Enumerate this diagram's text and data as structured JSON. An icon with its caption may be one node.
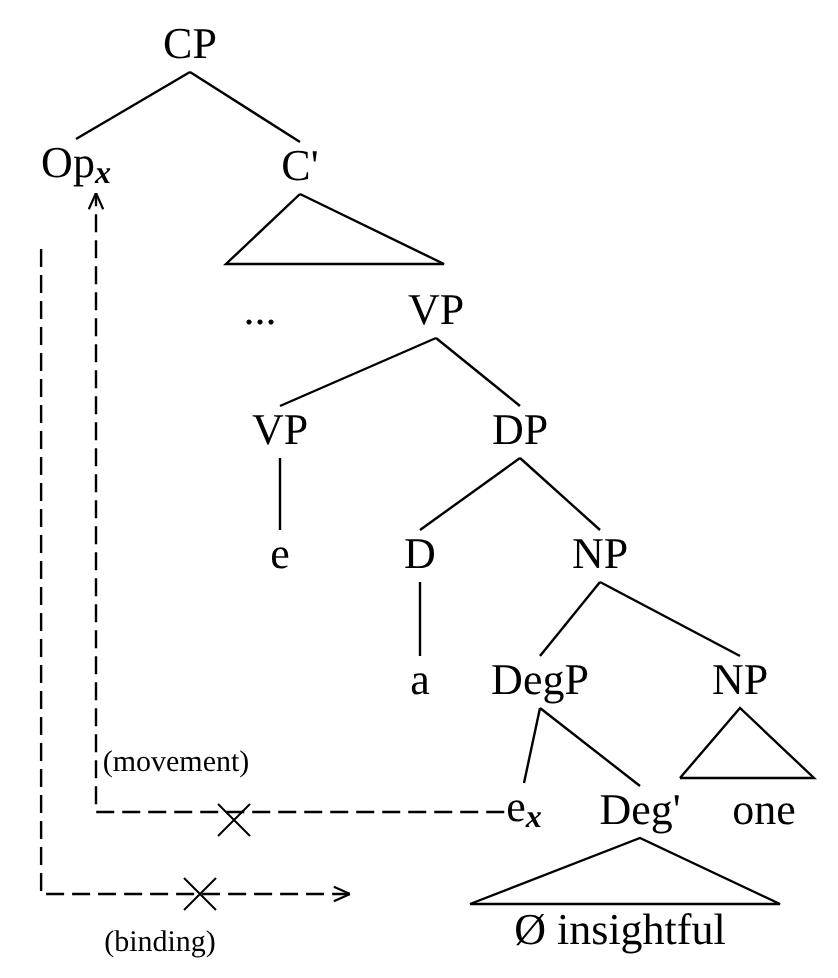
{
  "diagram": {
    "nodes": [
      {
        "text": [
          "CP"
        ]
      },
      {
        "text": [
          "Op$_{x}$"
        ]
      },
      {
        "text": [
          "C'"
        ]
      },
      {
        "text": [
          "..."
        ]
      },
      {
        "text": [
          "VP"
        ]
      },
      {
        "text": [
          "VP"
        ]
      },
      {
        "text": [
          "DP"
        ]
      },
      {
        "text": [
          "e"
        ]
      },
      {
        "text": [
          "D"
        ]
      },
      {
        "text": [
          "NP"
        ]
      },
      {
        "text": [
          "a"
        ]
      },
      {
        "text": [
          "DegP"
        ]
      },
      {
        "text": [
          "NP"
        ]
      },
      {
        "text": [
          "e$_{x}$"
        ]
      },
      {
        "text": [
          "Deg'"
        ]
      },
      {
        "text": [
          "one"
        ]
      },
      {
        "text": [
          "Ø insightful"
        ]
      }
    ],
    "edges": [
      {
        "from": 0,
        "to": 1,
        "arrow": "none"
      },
      {
        "from": 0,
        "to": 2,
        "arrow": "none"
      },
      {
        "from": 2,
        "to": 3,
        "arrow": "none"
      },
      {
        "from": 2,
        "to": 4,
        "arrow": "none"
      },
      {
        "from": 4,
        "to": 5,
        "arrow": "none"
      },
      {
        "from": 4,
        "to": 6,
        "arrow": "none"
      },
      {
        "from": 5,
        "to": 7,
        "arrow": "none"
      },
      {
        "from": 6,
        "to": 8,
        "arrow": "none"
      },
      {
        "from": 6,
        "to": 9,
        "arrow": "none"
      },
      {
        "from": 8,
        "to": 10,
        "arrow": "none"
      },
      {
        "from": 9,
        "to": 11,
        "arrow": "none"
      },
      {
        "from": 9,
        "to": 12,
        "arrow": "none"
      },
      {
        "from": 11,
        "to": 13,
        "arrow": "none"
      },
      {
        "from": 11,
        "to": 14,
        "arrow": "none"
      },
      {
        "from": 12,
        "to": 15,
        "arrow": "none"
      },
      {
        "from": 14,
        "to": 16,
        "arrow": "none"
      },
      {
        "from": 13,
        "to": 1,
        "arrow": "to",
        "style": "dashed",
        "label": "(movement)"
      },
      {
        "from": 1,
        "to": null,
        "arrow": "to",
        "style": "dashed",
        "label": "(binding)"
      }
    ]
  }
}
